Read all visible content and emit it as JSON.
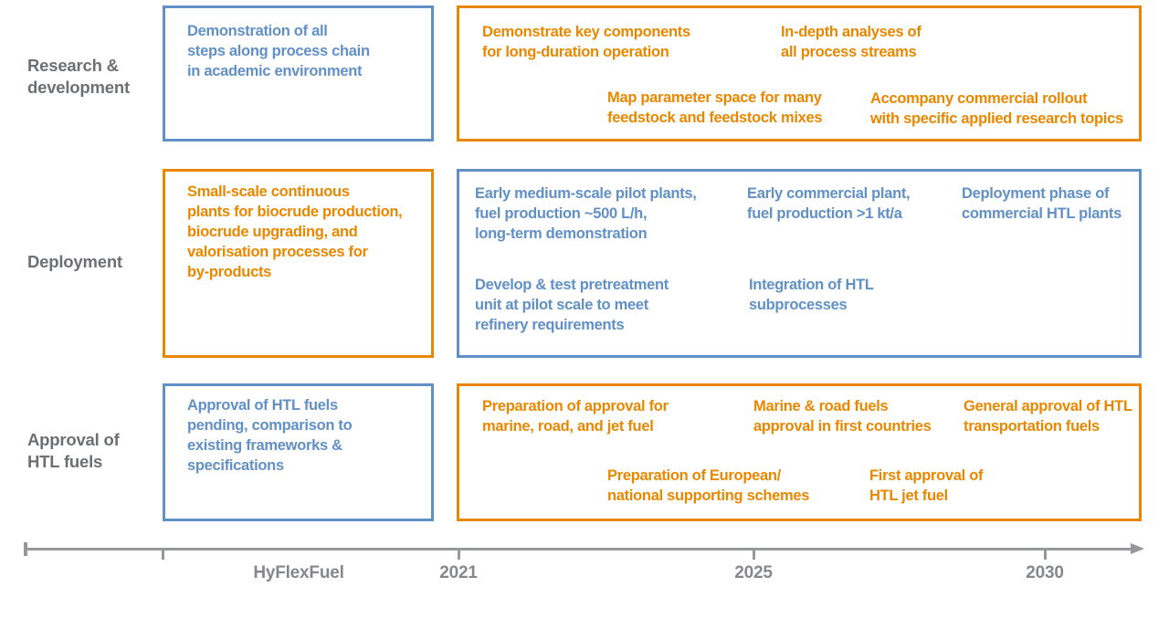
{
  "colors": {
    "blue": "#6090C6",
    "orange": "#E88700",
    "row_label_gray": "#6D6F72",
    "timeline_gray": "#95979A"
  },
  "rows": [
    {
      "label": "Research &\ndevelopment",
      "left_box": {
        "style": "blue",
        "text": "Demonstration of all\nsteps along process chain\nin academic environment"
      },
      "right_box": {
        "style": "orange",
        "items": [
          "Demonstrate key components\nfor long-duration operation",
          "In-depth analyses of\nall process streams",
          "Map parameter space for many\nfeedstock and feedstock mixes",
          "Accompany commercial rollout\nwith specific applied research topics"
        ]
      }
    },
    {
      "label": "Deployment",
      "left_box": {
        "style": "orange",
        "text": "Small-scale continuous\nplants for biocrude production,\nbiocrude upgrading, and\nvalorisation processes for\nby-products"
      },
      "right_box": {
        "style": "blue",
        "items": [
          "Early medium-scale pilot plants,\nfuel production ~500 L/h,\nlong-term demonstration",
          "Early commercial plant,\nfuel production >1 kt/a",
          "Deployment phase of\ncommercial HTL plants",
          "Develop & test pretreatment\nunit at pilot scale to meet\nrefinery requirements",
          "Integration of HTL\nsubprocesses"
        ]
      }
    },
    {
      "label": "Approval of\nHTL fuels",
      "left_box": {
        "style": "blue",
        "text": "Approval of HTL fuels\npending, comparison to\nexisting frameworks &\nspecifications"
      },
      "right_box": {
        "style": "orange",
        "items": [
          "Preparation of approval for\nmarine, road, and jet fuel",
          "Marine & road fuels\napproval in first countries",
          "General approval of HTL\ntransportation fuels",
          "Preparation of European/\nnational supporting schemes",
          "First approval of\nHTL jet fuel"
        ]
      }
    }
  ],
  "timeline": {
    "labels": [
      "HyFlexFuel",
      "2021",
      "2025",
      "2030"
    ]
  }
}
